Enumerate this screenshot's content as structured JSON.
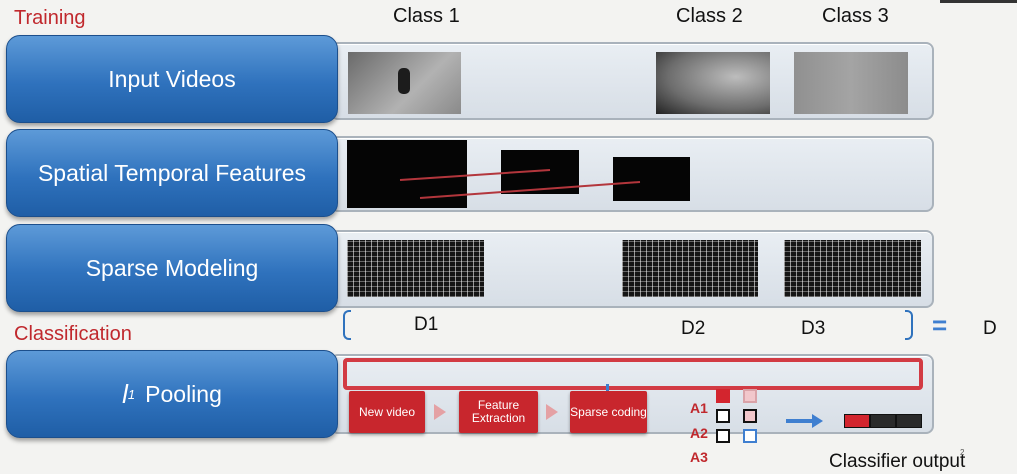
{
  "sections": {
    "training": "Training",
    "classification": "Classification"
  },
  "classes": [
    "Class 1",
    "Class 2",
    "Class 3"
  ],
  "stages": {
    "input_videos": "Input Videos",
    "spatial_temporal": "Spatial Temporal Features",
    "sparse_modeling": "Sparse Modeling",
    "pooling_symbol": "l",
    "pooling_sub": "1",
    "pooling_word": "Pooling"
  },
  "dictionary": {
    "d1": "D1",
    "d2": "D2",
    "d3": "D3",
    "equals": "=",
    "d": "D"
  },
  "pipeline": {
    "new_video": "New video",
    "feature_extraction": "Feature Extraction",
    "sparse_coding": "Sparse coding"
  },
  "coefficients": {
    "a1": "A1",
    "a2": "A2",
    "a3": "A3"
  },
  "output": {
    "label": "Classifier output"
  },
  "page_number": "2",
  "colors": {
    "accent_red": "#c8262d",
    "stage_blue": "#2f72bd",
    "arrow_blue": "#3f7fd0"
  }
}
